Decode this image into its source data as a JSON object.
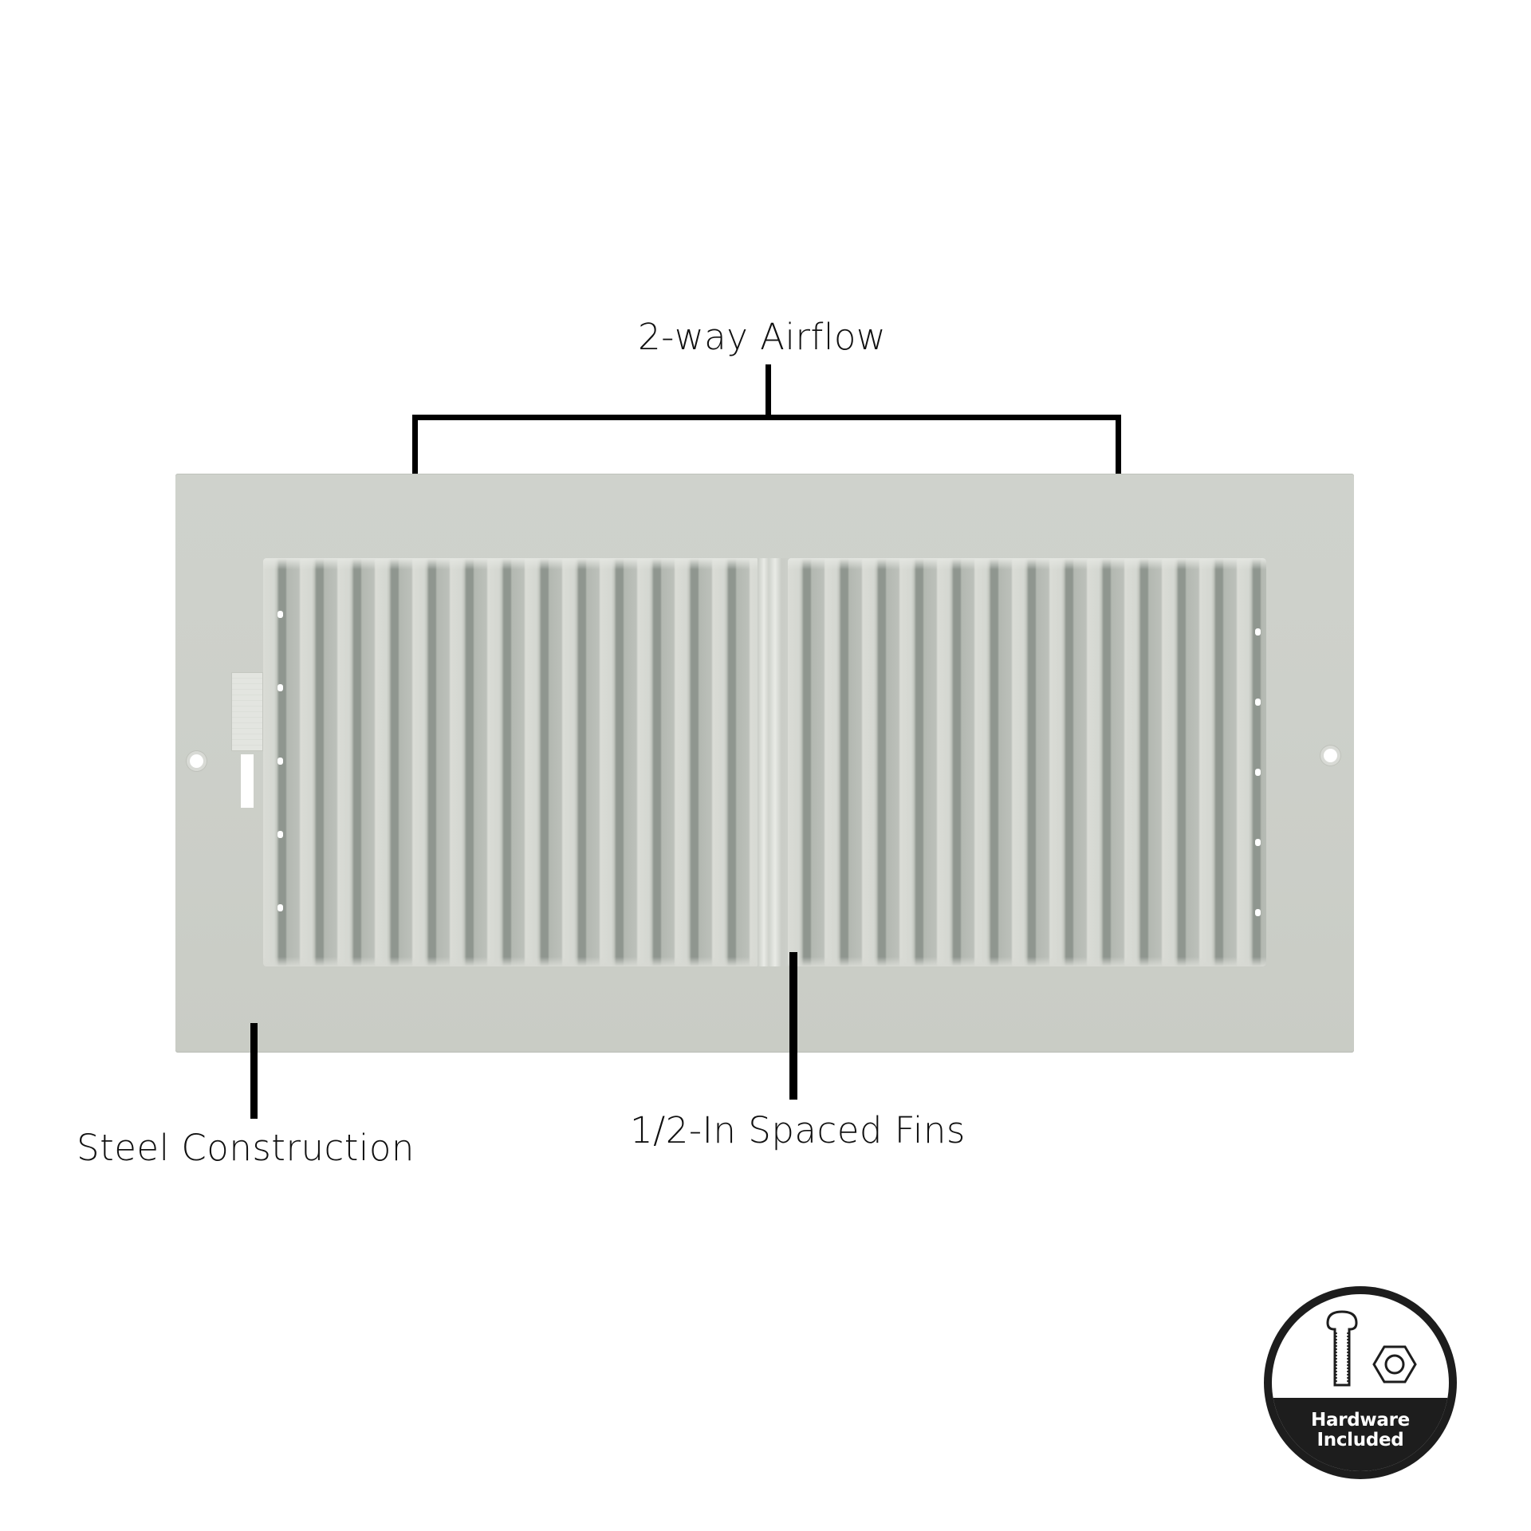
{
  "callouts": {
    "airflow": "2-way Airflow",
    "fins": "1/2-In Spaced Fins",
    "construction": "Steel Construction"
  },
  "badge": {
    "line1": "Hardware",
    "line2": "Included",
    "icons": [
      "bolt-icon",
      "hex-nut-icon"
    ]
  },
  "product": {
    "type": "2-way sidewall air register",
    "color_panel": "#cdd0ca",
    "color_fin_shadow": "#8f968f",
    "fin_count_per_side": 13
  },
  "colors": {
    "text": "#111111",
    "leader_lines": "#000000",
    "badge": "#1d1d1d",
    "background": "#ffffff"
  }
}
